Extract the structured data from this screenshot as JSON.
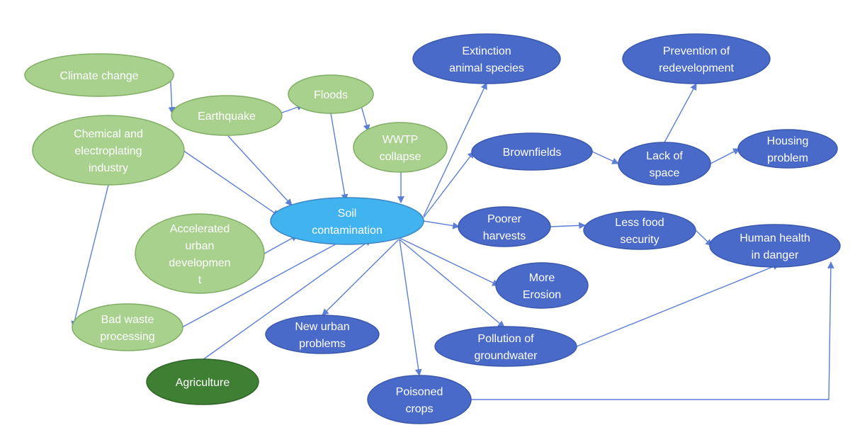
{
  "colors": {
    "cause_fill": "#a9d18e",
    "cause_stroke": "#7fae62",
    "agri_fill": "#3f7f34",
    "agri_stroke": "#2f6427",
    "center_fill": "#41b4f0",
    "center_stroke": "#3c86c4",
    "effect_fill": "#4a6ac9",
    "effect_stroke": "#3a58ad",
    "edge": "#5b7fd6"
  },
  "nodes": {
    "climate": {
      "lines": [
        "Climate change"
      ]
    },
    "earthquake": {
      "lines": [
        "Earthquake"
      ]
    },
    "floods": {
      "lines": [
        "Floods"
      ]
    },
    "wwtp": {
      "lines": [
        "WWTP",
        "collapse"
      ]
    },
    "chemical": {
      "lines": [
        "Chemical and",
        "electroplating",
        "industry"
      ]
    },
    "urban": {
      "lines": [
        "Accelerated",
        "urban",
        "developmen",
        "t"
      ]
    },
    "waste": {
      "lines": [
        "Bad waste",
        "processing"
      ]
    },
    "agri": {
      "lines": [
        "Agriculture"
      ]
    },
    "soil": {
      "lines": [
        "Soil",
        "contamination"
      ]
    },
    "extinction": {
      "lines": [
        "Extinction",
        "animal species"
      ]
    },
    "prevention": {
      "lines": [
        "Prevention of",
        "redevelopment"
      ]
    },
    "brown": {
      "lines": [
        "Brownfields"
      ]
    },
    "lack": {
      "lines": [
        "Lack of",
        "space"
      ]
    },
    "housing": {
      "lines": [
        "Housing",
        "problem"
      ]
    },
    "harvest": {
      "lines": [
        "Poorer",
        "harvests"
      ]
    },
    "food": {
      "lines": [
        "Less food",
        "security"
      ]
    },
    "health": {
      "lines": [
        "Human health",
        "in danger"
      ]
    },
    "erosion": {
      "lines": [
        "More",
        "Erosion"
      ]
    },
    "newurban": {
      "lines": [
        "New urban",
        "problems"
      ]
    },
    "ground": {
      "lines": [
        "Pollution of",
        "groundwater"
      ]
    },
    "crops": {
      "lines": [
        "Poisoned",
        "crops"
      ]
    }
  },
  "edges": [
    [
      "climate",
      "earthquake"
    ],
    [
      "earthquake",
      "floods"
    ],
    [
      "floods",
      "wwtp"
    ],
    [
      "earthquake",
      "soil"
    ],
    [
      "floods",
      "soil"
    ],
    [
      "wwtp",
      "soil"
    ],
    [
      "chemical",
      "soil"
    ],
    [
      "chemical",
      "waste"
    ],
    [
      "urban",
      "soil"
    ],
    [
      "waste",
      "soil"
    ],
    [
      "agri",
      "soil"
    ],
    [
      "soil",
      "extinction"
    ],
    [
      "soil",
      "brown"
    ],
    [
      "soil",
      "harvest"
    ],
    [
      "soil",
      "erosion"
    ],
    [
      "soil",
      "ground"
    ],
    [
      "soil",
      "newurban"
    ],
    [
      "soil",
      "crops"
    ],
    [
      "brown",
      "lack"
    ],
    [
      "lack",
      "prevention"
    ],
    [
      "lack",
      "housing"
    ],
    [
      "harvest",
      "food"
    ],
    [
      "food",
      "health"
    ],
    [
      "ground",
      "health"
    ],
    [
      "crops",
      "health"
    ]
  ]
}
